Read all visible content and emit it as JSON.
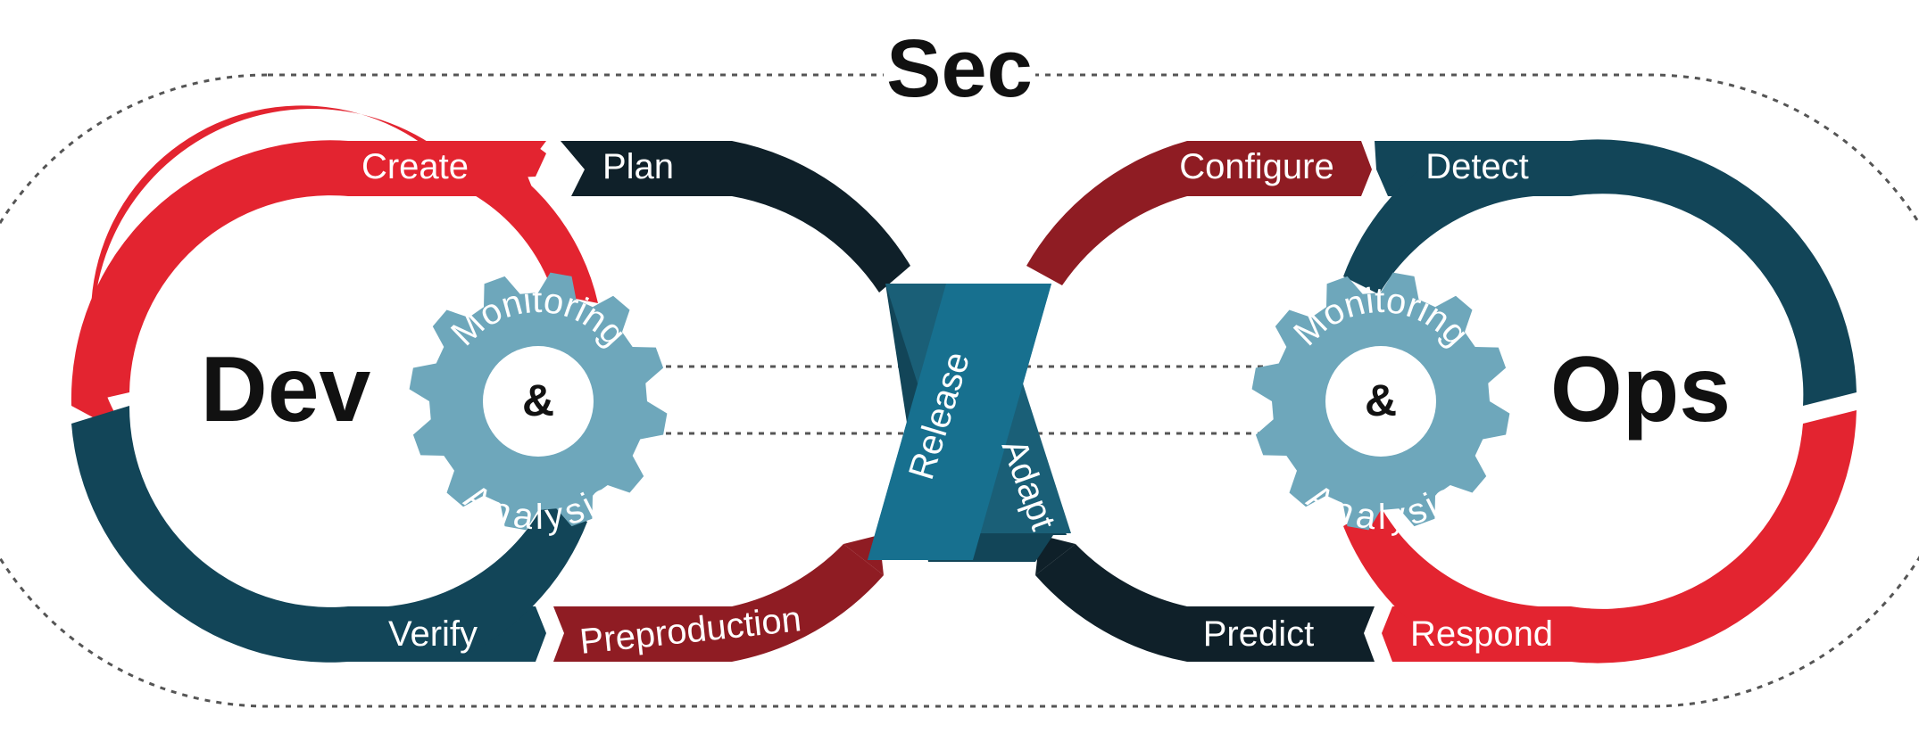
{
  "title": "Sec",
  "left_hub": "Dev",
  "right_hub": "Ops",
  "center": {
    "release": "Release",
    "adapt": "Adapt"
  },
  "gears": [
    {
      "top": "Monitoring",
      "middle": "&",
      "bottom": "Analysis"
    },
    {
      "top": "Monitoring",
      "middle": "&",
      "bottom": "Analysis"
    }
  ],
  "stages": {
    "create": "Create",
    "plan": "Plan",
    "verify": "Verify",
    "preproduction": "Preproduction",
    "configure": "Configure",
    "detect": "Detect",
    "predict": "Predict",
    "respond": "Respond"
  },
  "colors": {
    "red": "#e32430",
    "dark_red": "#8f1c23",
    "navy": "#0f2029",
    "teal_dark": "#124558",
    "teal": "#17708f",
    "gear": "#6ea7bb",
    "text": "#111111"
  }
}
